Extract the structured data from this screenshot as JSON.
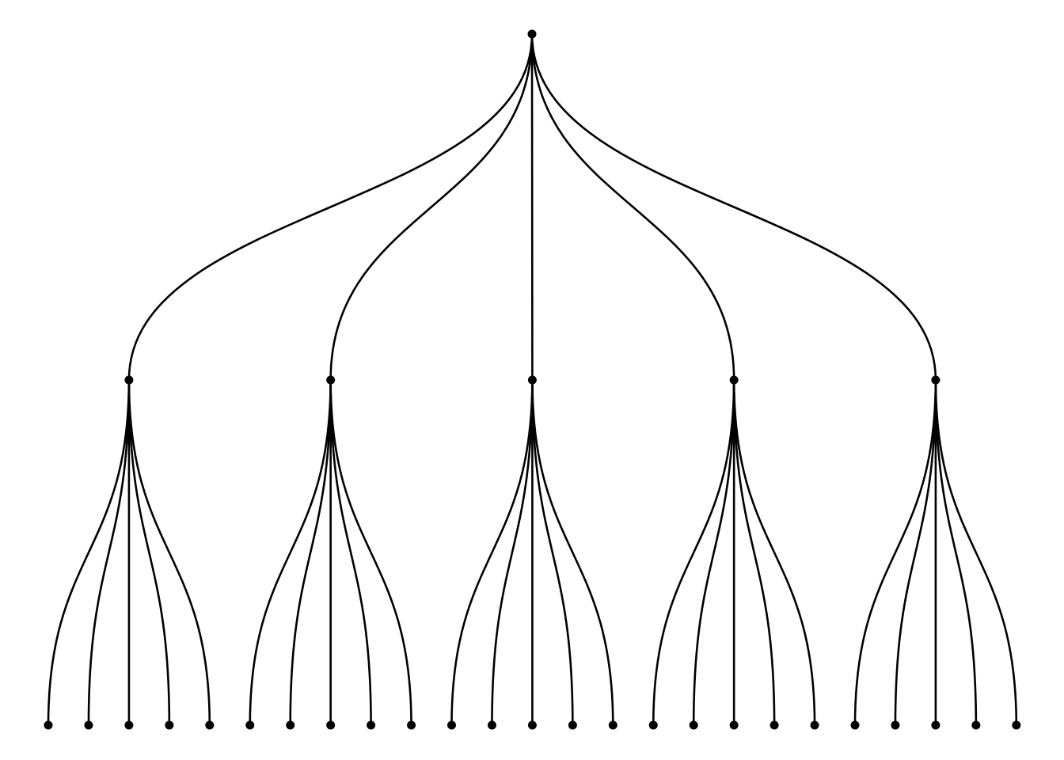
{
  "diagram": {
    "type": "tree",
    "root_children": 5,
    "children_per_node": 5,
    "levels": 3,
    "colors": {
      "stroke": "#000000",
      "node": "#000000",
      "background": "#ffffff"
    }
  }
}
